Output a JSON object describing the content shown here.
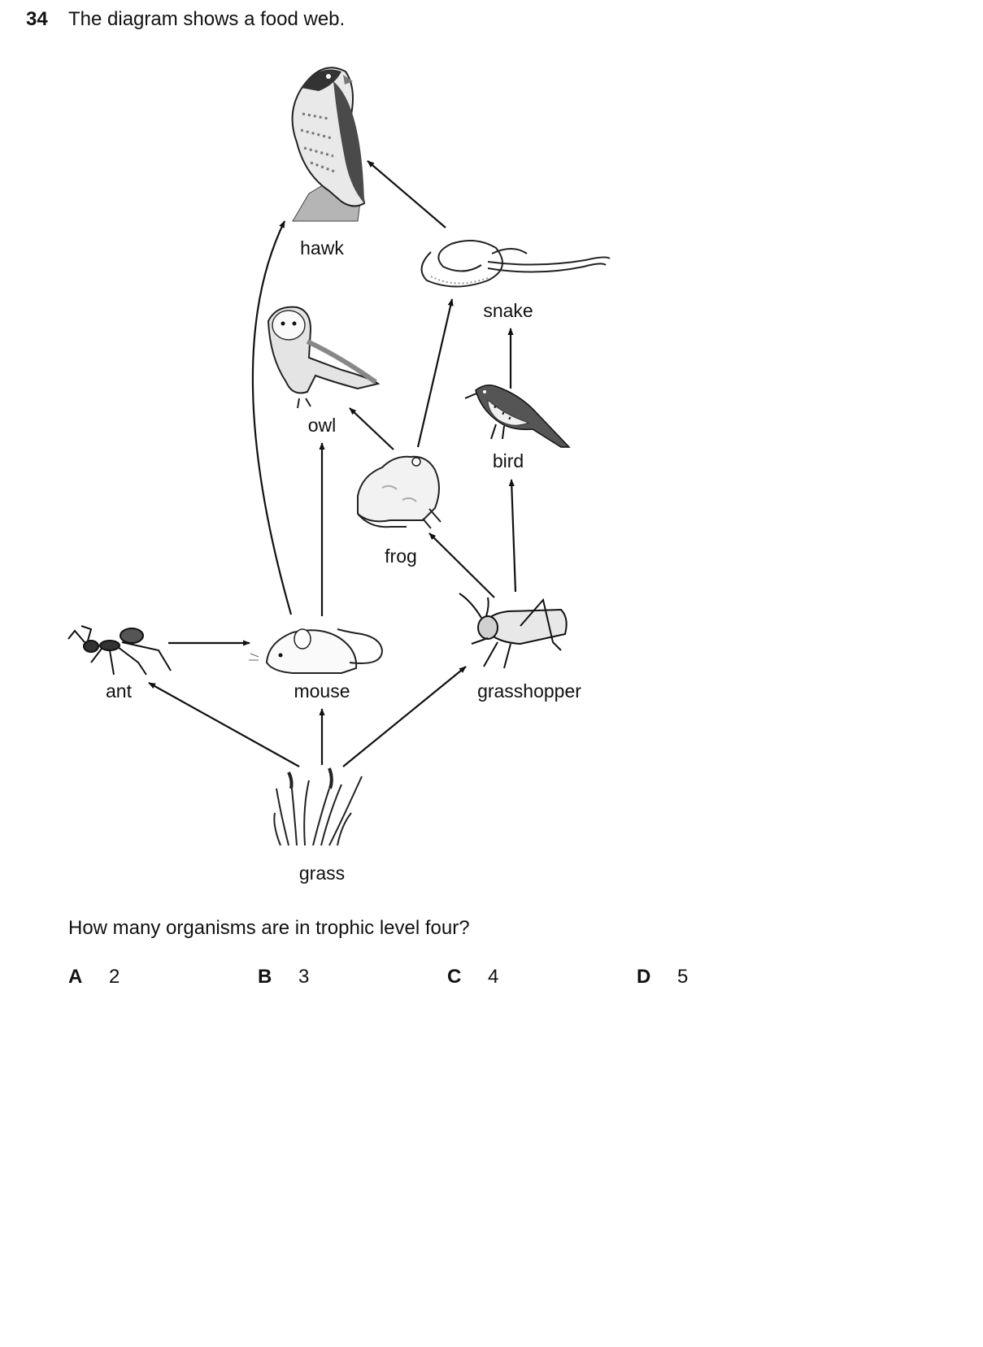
{
  "question": {
    "number": "34",
    "intro": "The diagram shows a food web.",
    "prompt": "How many organisms are in trophic level four?"
  },
  "organisms": {
    "hawk": "hawk",
    "snake": "snake",
    "owl": "owl",
    "bird": "bird",
    "frog": "frog",
    "ant": "ant",
    "mouse": "mouse",
    "grasshopper": "grasshopper",
    "grass": "grass"
  },
  "food_chains": [
    [
      "grass",
      "ant"
    ],
    [
      "grass",
      "mouse"
    ],
    [
      "grass",
      "grasshopper"
    ],
    [
      "ant",
      "mouse"
    ],
    [
      "mouse",
      "hawk"
    ],
    [
      "mouse",
      "owl"
    ],
    [
      "grasshopper",
      "frog"
    ],
    [
      "grasshopper",
      "bird"
    ],
    [
      "frog",
      "owl"
    ],
    [
      "frog",
      "snake"
    ],
    [
      "bird",
      "snake"
    ],
    [
      "snake",
      "hawk"
    ]
  ],
  "options": [
    {
      "letter": "A",
      "value": "2"
    },
    {
      "letter": "B",
      "value": "3"
    },
    {
      "letter": "C",
      "value": "4"
    },
    {
      "letter": "D",
      "value": "5"
    }
  ],
  "colors": {
    "ink": "#111111",
    "grey": "#9a9a9a",
    "light": "#d8d8d8"
  }
}
